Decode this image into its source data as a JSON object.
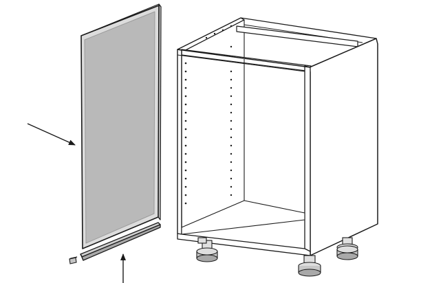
{
  "figure": {
    "kind": "assembly-diagram",
    "colors": {
      "background": "#ffffff",
      "line": "#1a1a1a",
      "panel_fill": "#b9b9b9",
      "panel_edge": "#d9d9d9",
      "cabinet_fill": "#ffffff",
      "leg_fill": "#c8c8c8"
    },
    "parts": [
      {
        "name": "door-panel"
      },
      {
        "name": "plinth-strip"
      },
      {
        "name": "clip"
      },
      {
        "name": "base-cabinet"
      },
      {
        "name": "adjustable-legs",
        "count": 4
      }
    ],
    "arrows": [
      {
        "name": "side-arrow",
        "direction": "right-down"
      },
      {
        "name": "bottom-arrow",
        "direction": "up"
      }
    ]
  }
}
